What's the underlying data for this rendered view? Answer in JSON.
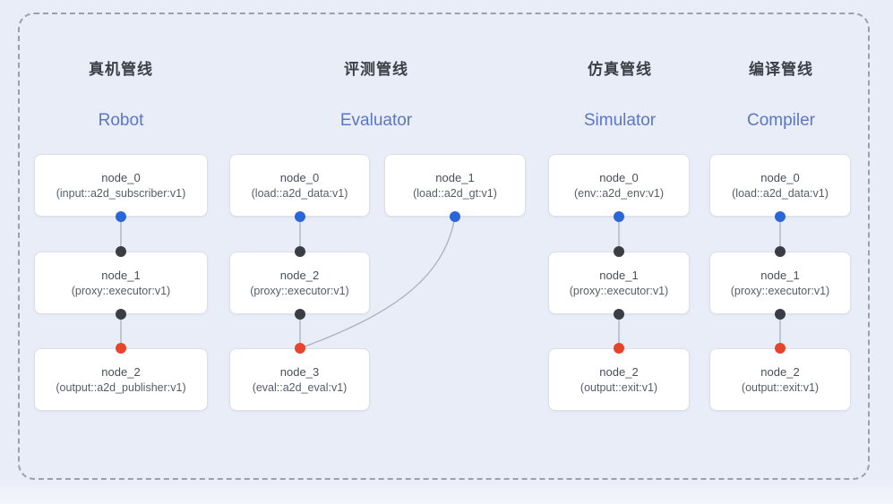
{
  "colors": {
    "frame_border": "#9aa0ac",
    "header_cn": "#3b3f46",
    "header_en": "#5b76c7",
    "blue_dot": "#2b66d9",
    "black_dot": "#3a3e44",
    "red_dot": "#e8442c",
    "wire": "#a9b1bf",
    "node_bg": "#ffffff",
    "canvas_bg": "#e9edf8"
  },
  "pipelines": [
    {
      "id": "robot",
      "title_cn": "真机管线",
      "title_en": "Robot",
      "nodes": [
        {
          "name": "node_0",
          "type": "(input::a2d_subscriber:v1)"
        },
        {
          "name": "node_1",
          "type": "(proxy::executor:v1)"
        },
        {
          "name": "node_2",
          "type": "(output::a2d_publisher:v1)"
        }
      ]
    },
    {
      "id": "evaluator",
      "title_cn": "评测管线",
      "title_en": "Evaluator",
      "nodes": [
        {
          "name": "node_0",
          "type": "(load::a2d_data:v1)"
        },
        {
          "name": "node_1",
          "type": "(load::a2d_gt:v1)"
        },
        {
          "name": "node_2",
          "type": "(proxy::executor:v1)"
        },
        {
          "name": "node_3",
          "type": "(eval::a2d_eval:v1)"
        }
      ]
    },
    {
      "id": "simulator",
      "title_cn": "仿真管线",
      "title_en": "Simulator",
      "nodes": [
        {
          "name": "node_0",
          "type": "(env::a2d_env:v1)"
        },
        {
          "name": "node_1",
          "type": "(proxy::executor:v1)"
        },
        {
          "name": "node_2",
          "type": "(output::exit:v1)"
        }
      ]
    },
    {
      "id": "compiler",
      "title_cn": "编译管线",
      "title_en": "Compiler",
      "nodes": [
        {
          "name": "node_0",
          "type": "(load::a2d_data:v1)"
        },
        {
          "name": "node_1",
          "type": "(proxy::executor:v1)"
        },
        {
          "name": "node_2",
          "type": "(output::exit:v1)"
        }
      ]
    }
  ]
}
